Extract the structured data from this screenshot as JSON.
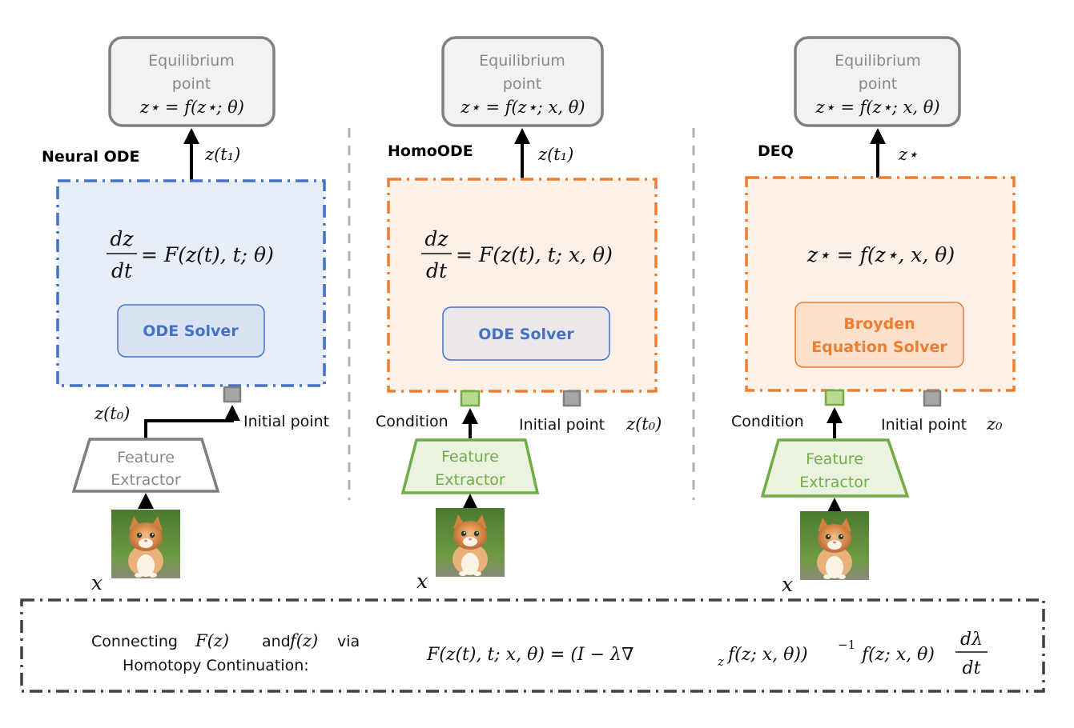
{
  "panels": {
    "neural_ode": {
      "title": "Neural ODE",
      "eq_top": "Equilibrium",
      "eq_mid": "point",
      "eq_formula": "z⋆ = f(z⋆; θ)",
      "out_label": "z(t₁)",
      "ode_num": "dz",
      "ode_den": "dt",
      "ode_rhs": "= F(z(t), t; θ)",
      "solver": "ODE Solver",
      "z0_label": "z(t₀)",
      "init_label": "Initial point",
      "feat_line1": "Feature",
      "feat_line2": "Extractor",
      "x_label": "x"
    },
    "homoode": {
      "title": "HomoODE",
      "eq_top": "Equilibrium",
      "eq_mid": "point",
      "eq_formula": "z⋆ = f(z⋆; x, θ)",
      "out_label": "z(t₁)",
      "ode_num": "dz",
      "ode_den": "dt",
      "ode_rhs": "= F(z(t), t; x, θ)",
      "solver": "ODE Solver",
      "cond_label": "Condition",
      "init_label": "Initial point",
      "init_math": "z(t₀)",
      "feat_line1": "Feature",
      "feat_line2": "Extractor",
      "x_label": "x"
    },
    "deq": {
      "title": "DEQ",
      "eq_top": "Equilibrium",
      "eq_mid": "point",
      "eq_formula": "z⋆ = f(z⋆; x, θ)",
      "out_label": "z⋆",
      "fixed_eq": "z⋆ = f(z⋆, x, θ)",
      "solver_line1": "Broyden",
      "solver_line2": "Equation Solver",
      "cond_label": "Condition",
      "init_label": "Initial point",
      "init_math": "z₀",
      "feat_line1": "Feature",
      "feat_line2": "Extractor",
      "x_label": "x"
    }
  },
  "bottom": {
    "line1_a": "Connecting",
    "line1_F": "F(z)",
    "line1_and": "and",
    "line1_f": "f(z)",
    "line1_via": "via",
    "line2": "Homotopy Continuation:",
    "formula_main": "F(z(t), t; x, θ) = (I − λ∇",
    "formula_sub": "z",
    "formula_rest": "f(z; x, θ))",
    "formula_exp": "−1",
    "formula_tail": "f(z; x, θ)",
    "frac_num": "dλ",
    "frac_den": "dt"
  },
  "colors": {
    "blue": "#4472c4",
    "orange": "#ed7d31",
    "green": "#70ad47",
    "gray": "#7f7f7f",
    "dark": "#404040"
  }
}
